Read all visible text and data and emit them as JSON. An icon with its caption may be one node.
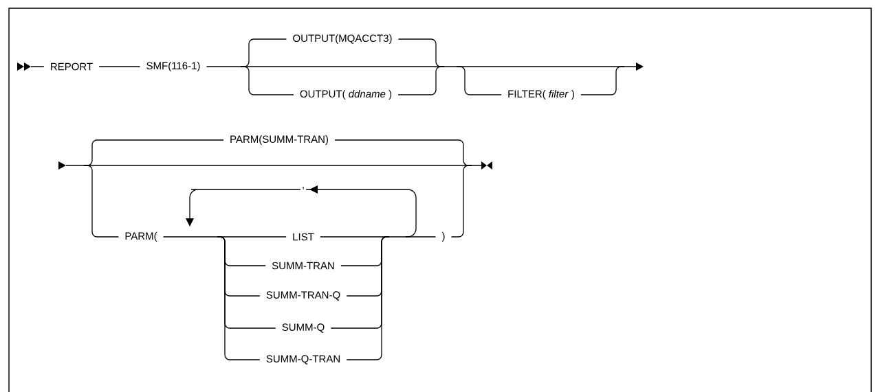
{
  "diagram": {
    "labels": [
      "REPORT",
      "SMF(116-1)",
      "OUTPUT(MQACCT3)",
      "OUTPUT( *ddname* )",
      "FILTER( *filter* )",
      "PARM(SUMM-TRAN)",
      ",",
      "PARM(",
      "LIST",
      ")",
      "SUMM-TRAN",
      "SUMM-TRAN-Q",
      "SUMM-Q",
      "SUMM-Q-TRAN"
    ]
  }
}
